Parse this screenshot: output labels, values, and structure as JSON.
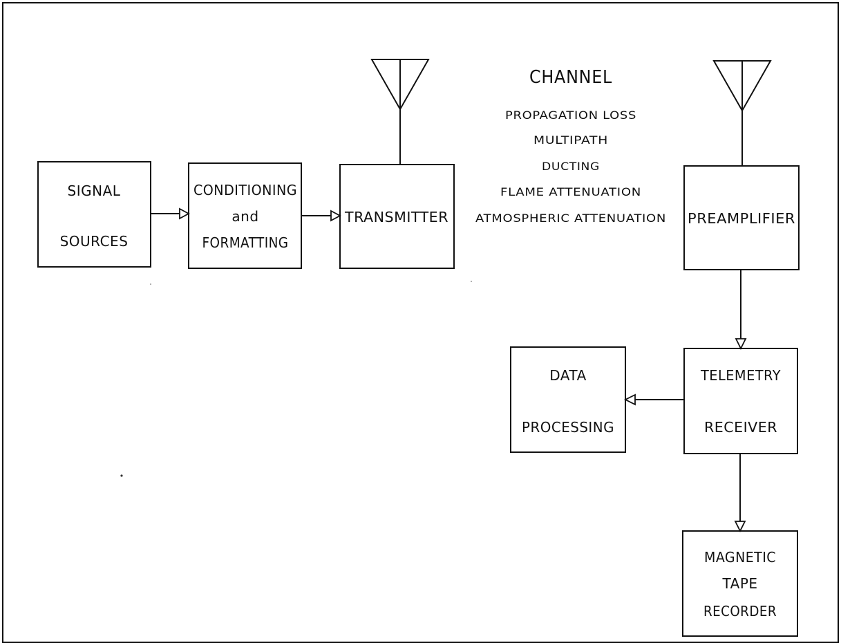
{
  "blocks": {
    "signal_sources": [
      "SIGNAL",
      "SOURCES"
    ],
    "conditioning": [
      "CONDITIONING",
      "and",
      "FORMATTING"
    ],
    "transmitter": [
      "TRANSMITTER"
    ],
    "preamplifier": [
      "PREAMPLIFIER"
    ],
    "telemetry_receiver": [
      "TELEMETRY",
      "RECEIVER"
    ],
    "data_processing": [
      "DATA",
      "PROCESSING"
    ],
    "tape_recorder": [
      "MAGNETIC",
      "TAPE",
      "RECORDER"
    ]
  },
  "channel": {
    "title": "CHANNEL",
    "effects": [
      "PROPAGATION LOSS",
      "MULTIPATH",
      "DUCTING",
      "FLAME ATTENUATION",
      "ATMOSPHERIC ATTENUATION"
    ]
  }
}
